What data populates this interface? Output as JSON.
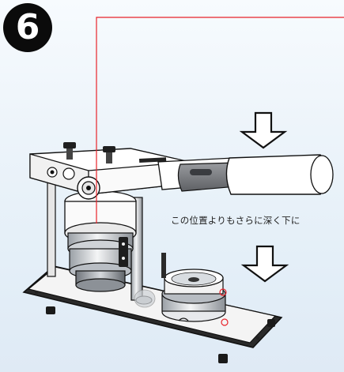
{
  "step_number": "6",
  "step_badge_text": "⑥",
  "instruction_text": "この位置よりもさらに深く下に",
  "colors": {
    "background": "#e8f1f9",
    "guide_line": "#e8232a",
    "outline": "#111111",
    "handle_grip": "#7a7c80",
    "marker": "#e8232a"
  },
  "icons": [
    "down-arrow-icon",
    "down-arrow-icon"
  ]
}
